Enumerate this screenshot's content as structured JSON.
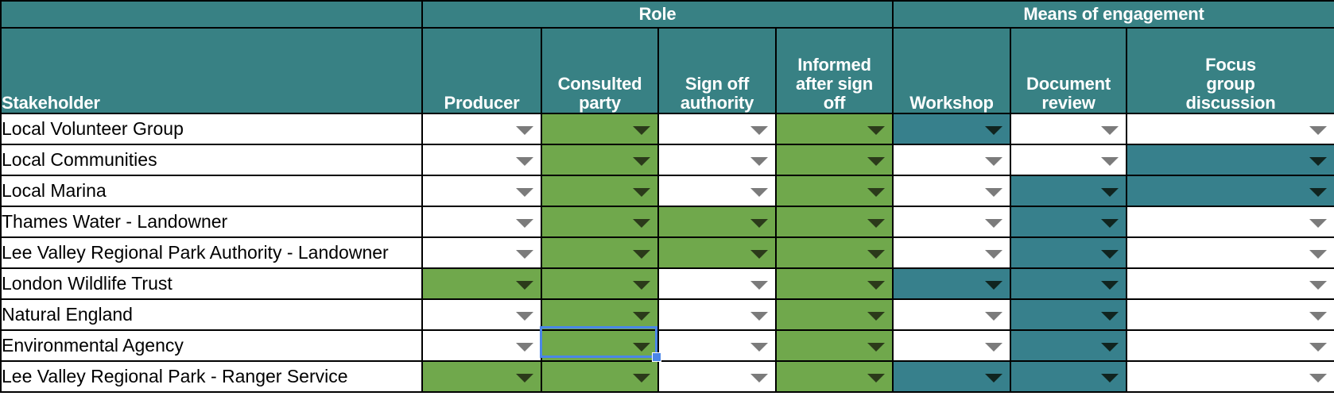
{
  "table": {
    "stakeholder_header": "Stakeholder",
    "groups": [
      {
        "label": "Role",
        "span": 4
      },
      {
        "label": "Means of engagement",
        "span": 3
      }
    ],
    "columns": [
      "Producer",
      "Consulted party",
      "Sign off authority",
      "Informed after sign off",
      "Workshop",
      "Document review",
      "Focus group discussion"
    ],
    "column_lines": [
      [
        "Producer"
      ],
      [
        "Consulted",
        "party"
      ],
      [
        "Sign off",
        "authority"
      ],
      [
        "Informed",
        "after sign",
        "off"
      ],
      [
        "Workshop"
      ],
      [
        "Document",
        "review"
      ],
      [
        "Focus",
        "group",
        "discussion"
      ]
    ],
    "rows": [
      {
        "name": "Local Volunteer Group",
        "cells": [
          "white",
          "green",
          "white",
          "green",
          "teal",
          "white",
          "white"
        ]
      },
      {
        "name": "Local Communities",
        "cells": [
          "white",
          "green",
          "white",
          "green",
          "white",
          "white",
          "teal"
        ]
      },
      {
        "name": "Local Marina",
        "cells": [
          "white",
          "green",
          "white",
          "green",
          "white",
          "teal",
          "teal"
        ]
      },
      {
        "name": "Thames Water - Landowner",
        "cells": [
          "white",
          "green",
          "green",
          "green",
          "white",
          "teal",
          "white"
        ]
      },
      {
        "name": "Lee Valley Regional Park Authority - Landowner",
        "cells": [
          "white",
          "green",
          "green",
          "green",
          "white",
          "teal",
          "white"
        ]
      },
      {
        "name": "London Wildlife Trust",
        "cells": [
          "green",
          "green",
          "white",
          "green",
          "teal",
          "teal",
          "white"
        ]
      },
      {
        "name": "Natural England",
        "cells": [
          "white",
          "green",
          "white",
          "green",
          "white",
          "teal",
          "white"
        ]
      },
      {
        "name": "Environmental Agency",
        "cells": [
          "white",
          "green",
          "white",
          "green",
          "white",
          "teal",
          "white"
        ]
      },
      {
        "name": "Lee Valley Regional Park - Ranger Service",
        "cells": [
          "green",
          "green",
          "white",
          "green",
          "teal",
          "teal",
          "white"
        ]
      }
    ]
  },
  "selection": {
    "row": 7,
    "column": 1,
    "column_label": "Consulted party",
    "row_label": "Environmental Agency"
  },
  "colors": {
    "header_teal": "#388184",
    "fill_green": "#70A84C",
    "fill_teal": "#37808C",
    "fill_white": "#ffffff",
    "selection_blue": "#4a86e8",
    "gridline": "#000000"
  },
  "icons": {
    "dropdown": "chevron-down-icon"
  }
}
